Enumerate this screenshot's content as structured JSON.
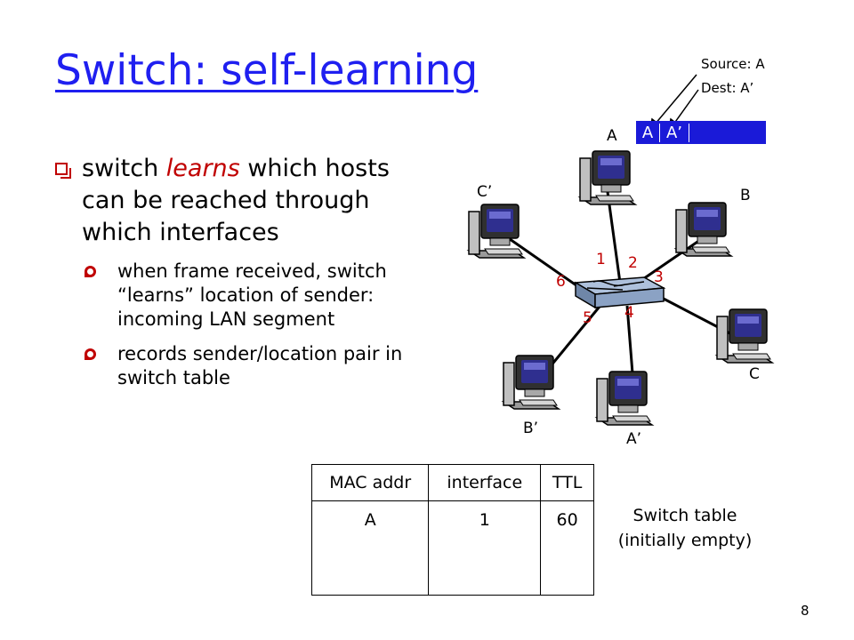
{
  "slide": {
    "title": "Switch: self-learning",
    "page_number": "8"
  },
  "bullets": {
    "main_pre": "switch ",
    "main_em": "learns",
    "main_post": " which hosts can be reached through which interfaces",
    "sub1": "when frame received, switch “learns”  location of sender: incoming LAN segment",
    "sub2": "records sender/location pair in switch table"
  },
  "diagram": {
    "hosts": {
      "a": "A",
      "b": "B",
      "c": "C",
      "a_prime": "A’",
      "b_prime": "B’",
      "c_prime": "C’"
    },
    "ports": [
      "1",
      "2",
      "3",
      "4",
      "5",
      "6"
    ],
    "frame": {
      "source_field": "A",
      "dest_field": "A’"
    },
    "annotations": {
      "source": "Source: A",
      "dest": "Dest: A’"
    }
  },
  "switch_table": {
    "headers": [
      "MAC addr",
      "interface",
      "TTL"
    ],
    "rows": [
      [
        "A",
        "1",
        "60"
      ]
    ],
    "caption_line1": "Switch table",
    "caption_line2": "(initially empty)"
  },
  "colors": {
    "title": "#1f1ff0",
    "accent": "#c00000",
    "frame": "#1a1ad8"
  }
}
